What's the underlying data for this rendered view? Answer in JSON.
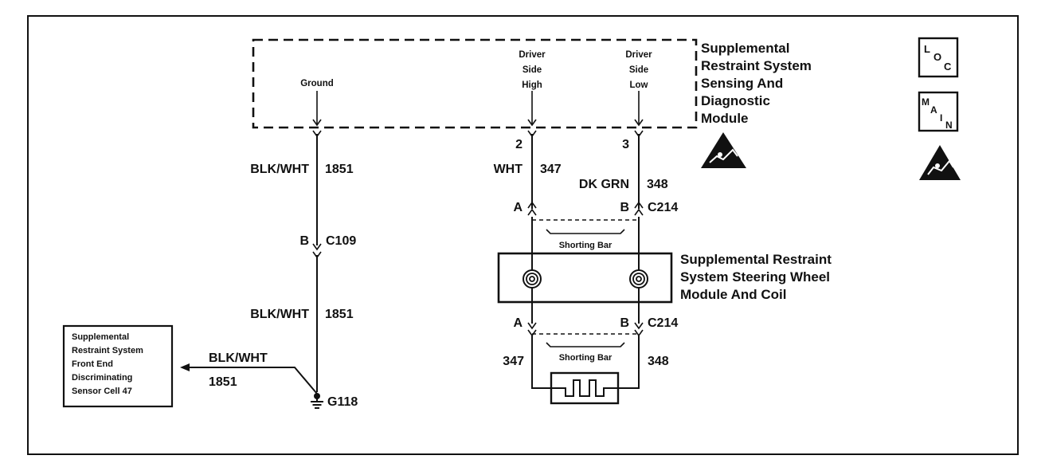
{
  "module": {
    "title_lines": [
      "Supplemental",
      "Restraint System",
      "Sensing And",
      "Diagnostic",
      "Module"
    ],
    "pin_ground_label": "Ground",
    "pin_high_lines": [
      "Driver",
      "Side",
      "High"
    ],
    "pin_low_lines": [
      "Driver",
      "Side",
      "Low"
    ]
  },
  "wires": {
    "ground_color_top": "BLK/WHT",
    "ground_circuit_top": "1851",
    "ground_color_bottom": "BLK/WHT",
    "ground_circuit_bottom": "1851",
    "high_pin": "2",
    "high_color": "WHT",
    "high_circuit": "347",
    "low_pin": "3",
    "low_color": "DK GRN",
    "low_circuit": "348",
    "sensor_color": "BLK/WHT",
    "sensor_circuit": "1851",
    "coil_left_circuit": "347",
    "coil_right_circuit": "348"
  },
  "connectors": {
    "c109_pin": "B",
    "c109_name": "C109",
    "c214_top_pin_a": "A",
    "c214_top_pin_b": "B",
    "c214_top_name": "C214",
    "c214_bottom_pin_a": "A",
    "c214_bottom_pin_b": "B",
    "c214_bottom_name": "C214",
    "shorting_bar_top": "Shorting Bar",
    "shorting_bar_bottom": "Shorting Bar"
  },
  "ground": {
    "name": "G118"
  },
  "steering_module": {
    "title_lines": [
      "Supplemental Restraint",
      "System Steering Wheel",
      "Module And Coil"
    ]
  },
  "sensor": {
    "title_lines": [
      "Supplemental",
      "Restraint System",
      "Front End",
      "Discriminating",
      "Sensor Cell 47"
    ]
  },
  "icons": {
    "loc_letters": [
      "L",
      "O",
      "C"
    ],
    "main_letters": [
      "M",
      "A",
      "I",
      "N"
    ]
  }
}
